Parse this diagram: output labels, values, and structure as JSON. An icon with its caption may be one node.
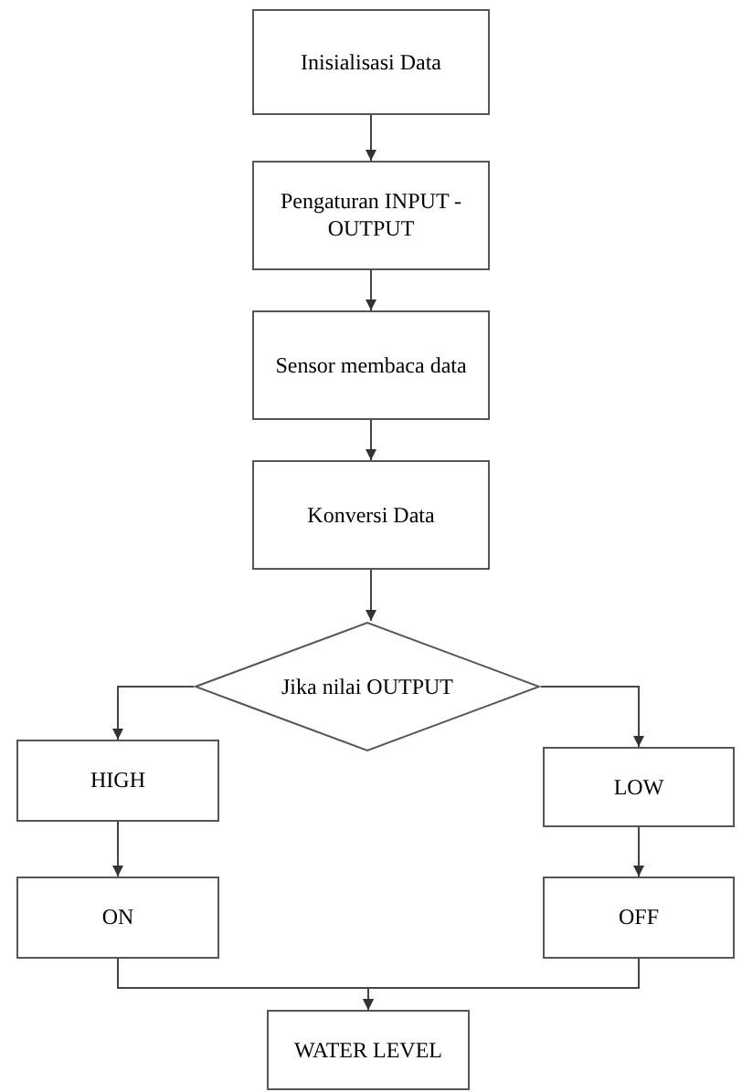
{
  "diagram": {
    "nodes": [
      {
        "text": [
          "Inisialisasi Data"
        ]
      },
      {
        "text": [
          "Pengaturan INPUT - OUTPUT"
        ]
      },
      {
        "text": [
          "Sensor membaca data"
        ]
      },
      {
        "text": [
          "Konversi Data"
        ]
      },
      {
        "text": [
          "Jika nilai OUTPUT"
        ]
      },
      {
        "text": [
          "HIGH"
        ]
      },
      {
        "text": [
          "LOW"
        ]
      },
      {
        "text": [
          "ON"
        ]
      },
      {
        "text": [
          "OFF"
        ]
      },
      {
        "text": [
          "WATER LEVEL"
        ]
      }
    ],
    "edges": [
      {
        "from": 0,
        "to": 1,
        "arrow": "to"
      },
      {
        "from": 1,
        "to": 2,
        "arrow": "to"
      },
      {
        "from": 2,
        "to": 3,
        "arrow": "to"
      },
      {
        "from": 3,
        "to": 4,
        "arrow": "to"
      },
      {
        "from": 4,
        "to": 5,
        "arrow": "to"
      },
      {
        "from": 4,
        "to": 6,
        "arrow": "to"
      },
      {
        "from": 5,
        "to": 7,
        "arrow": "to"
      },
      {
        "from": 6,
        "to": 8,
        "arrow": "to"
      },
      {
        "from": 7,
        "to": 9,
        "arrow": "to"
      },
      {
        "from": 8,
        "to": 9,
        "arrow": "to"
      }
    ]
  }
}
